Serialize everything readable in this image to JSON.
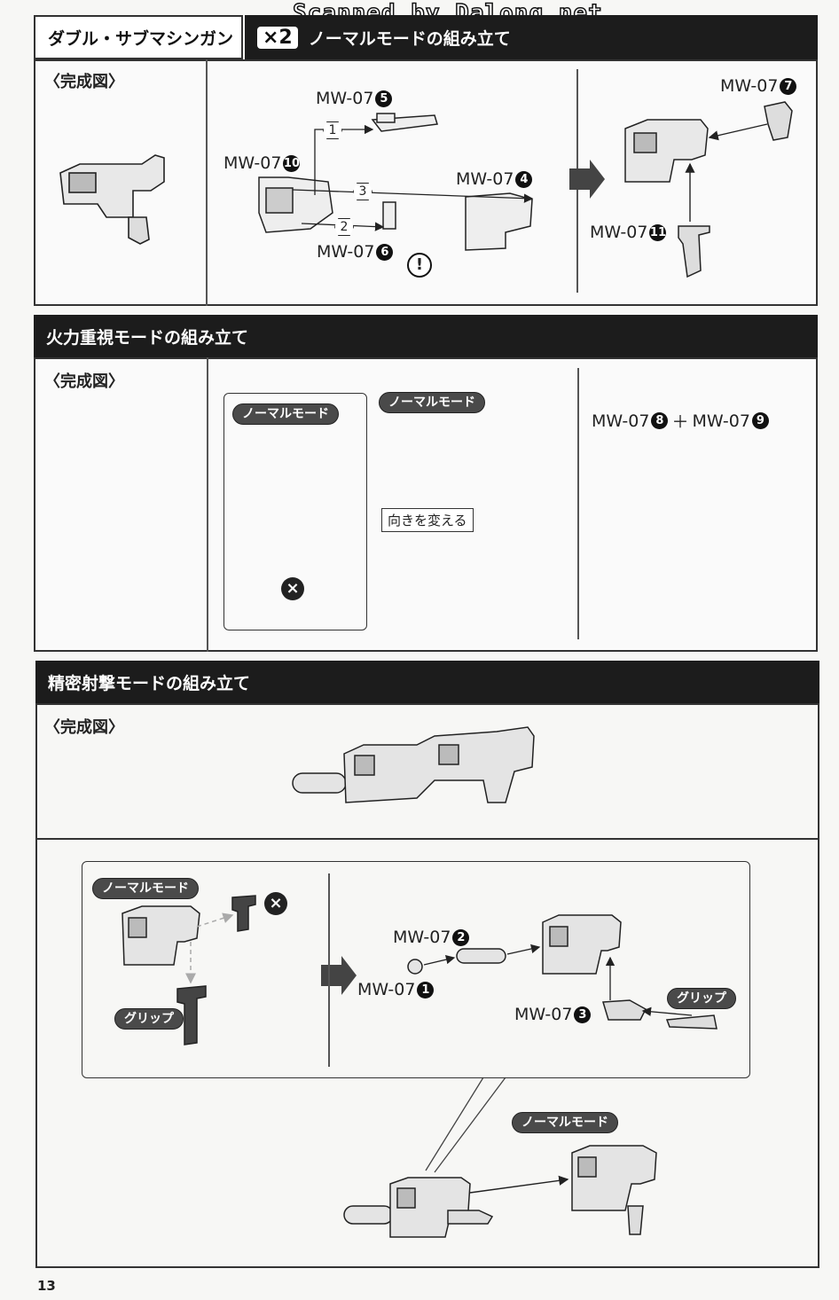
{
  "watermark": "Scanned by Dalong.net",
  "page_number": "13",
  "section1": {
    "weapon_name": "ダブル・サブマシンガン",
    "multiplier": "×2",
    "title": "ノーマルモードの組み立て",
    "finished_label": "〈完成図〉",
    "parts": {
      "p5": {
        "prefix": "MW-07",
        "num": "5"
      },
      "p10": {
        "prefix": "MW-07",
        "num": "10"
      },
      "p4": {
        "prefix": "MW-07",
        "num": "4"
      },
      "p6": {
        "prefix": "MW-07",
        "num": "6"
      },
      "p7": {
        "prefix": "MW-07",
        "num": "7"
      },
      "p11": {
        "prefix": "MW-07",
        "num": "11"
      }
    },
    "steps": [
      "1",
      "2",
      "3"
    ],
    "caution": "!"
  },
  "section2": {
    "title": "火力重視モードの組み立て",
    "finished_label": "〈完成図〉",
    "normal_mode_a": "ノーマルモード",
    "normal_mode_b": "ノーマルモード",
    "change_direction": "向きを変える",
    "x_mark": "×",
    "parts": {
      "p8": {
        "prefix": "MW-07",
        "num": "8"
      },
      "plus": "＋",
      "p9": {
        "prefix": "MW-07",
        "num": "9"
      }
    }
  },
  "section3": {
    "title": "精密射撃モードの組み立て",
    "finished_label": "〈完成図〉",
    "normal_mode_a": "ノーマルモード",
    "grip_a": "グリップ",
    "grip_b": "グリップ",
    "normal_mode_b": "ノーマルモード",
    "x_mark": "×",
    "parts": {
      "p2": {
        "prefix": "MW-07",
        "num": "2"
      },
      "p1": {
        "prefix": "MW-07",
        "num": "1"
      },
      "p3": {
        "prefix": "MW-07",
        "num": "3"
      }
    }
  }
}
